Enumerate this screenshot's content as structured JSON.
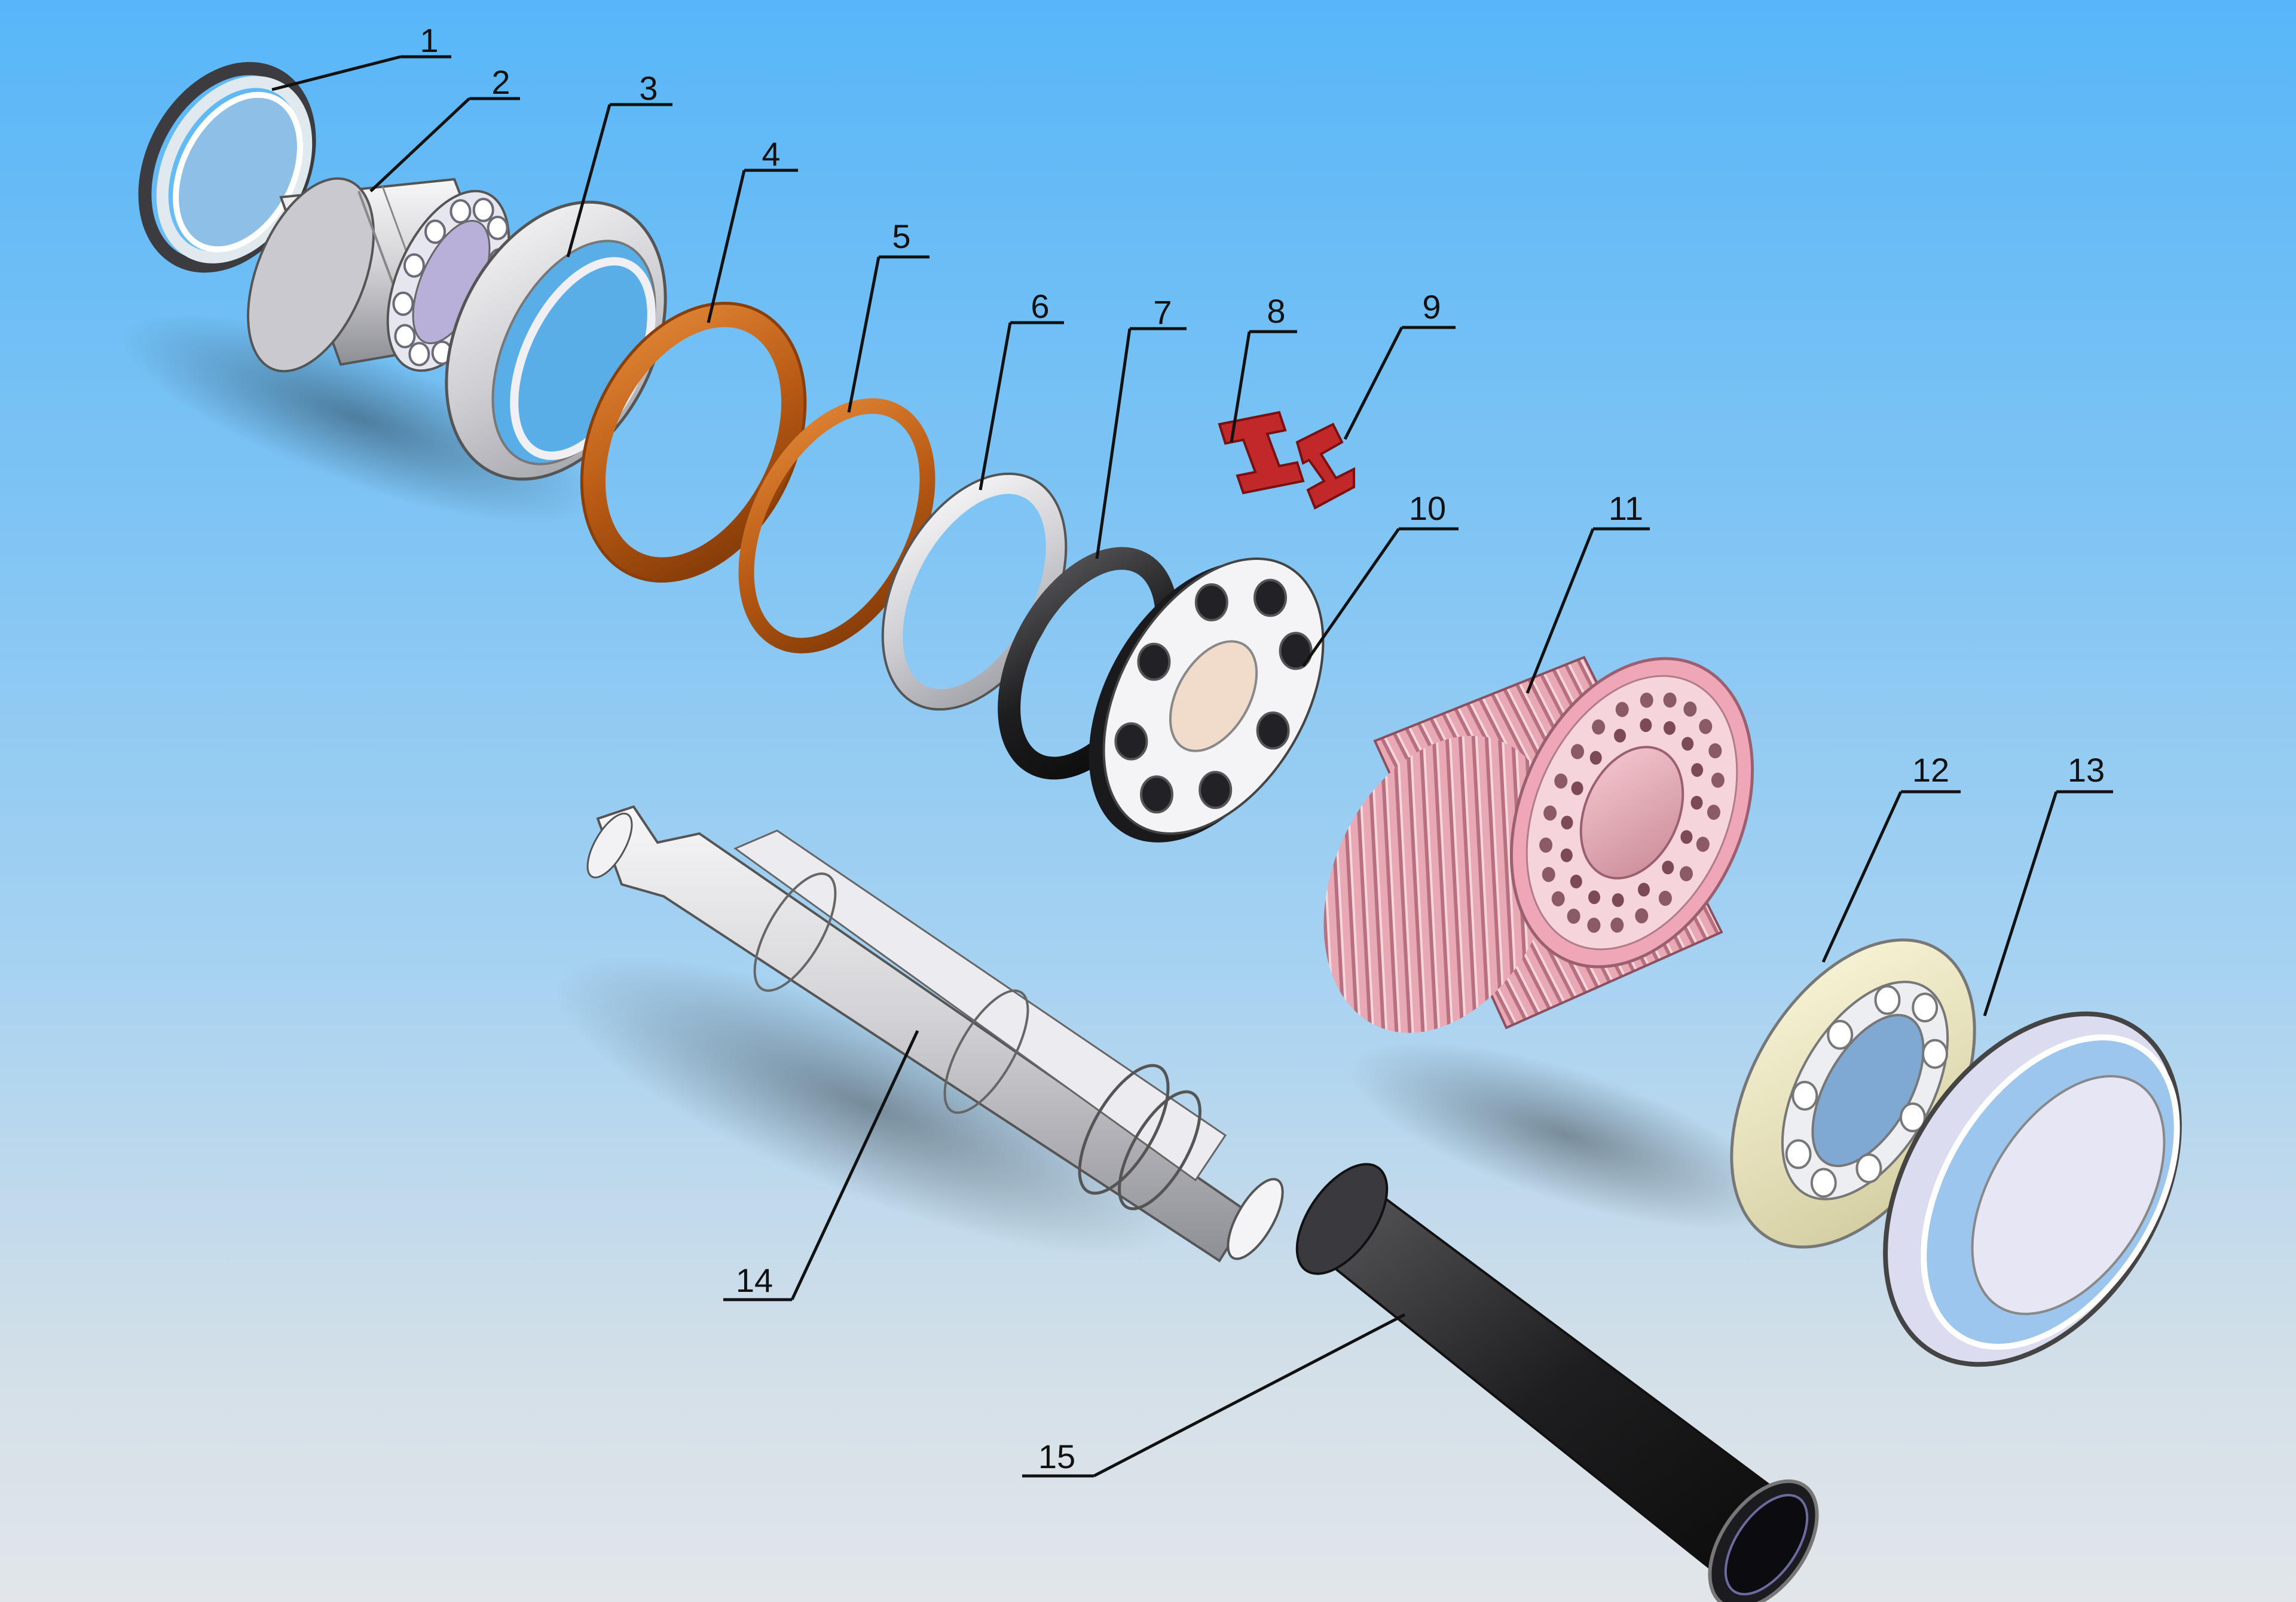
{
  "colors": {
    "background_top": "#58b6f8",
    "background_bottom": "#e2e6ea",
    "copper": "#c8661a",
    "gray_metal": "#d6d6d8",
    "dark_part": "#222222",
    "red_part": "#c0282a",
    "pink_rotor": "#f3b8c4"
  },
  "callouts": [
    {
      "id": "1",
      "text": "1"
    },
    {
      "id": "2",
      "text": "2"
    },
    {
      "id": "3",
      "text": "3"
    },
    {
      "id": "4",
      "text": "4"
    },
    {
      "id": "5",
      "text": "5"
    },
    {
      "id": "6",
      "text": "6"
    },
    {
      "id": "7",
      "text": "7"
    },
    {
      "id": "8",
      "text": "8"
    },
    {
      "id": "9",
      "text": "9"
    },
    {
      "id": "10",
      "text": "10"
    },
    {
      "id": "11",
      "text": "11"
    },
    {
      "id": "12",
      "text": "12"
    },
    {
      "id": "13",
      "text": "13"
    },
    {
      "id": "14",
      "text": "14"
    },
    {
      "id": "15",
      "text": "15"
    }
  ]
}
